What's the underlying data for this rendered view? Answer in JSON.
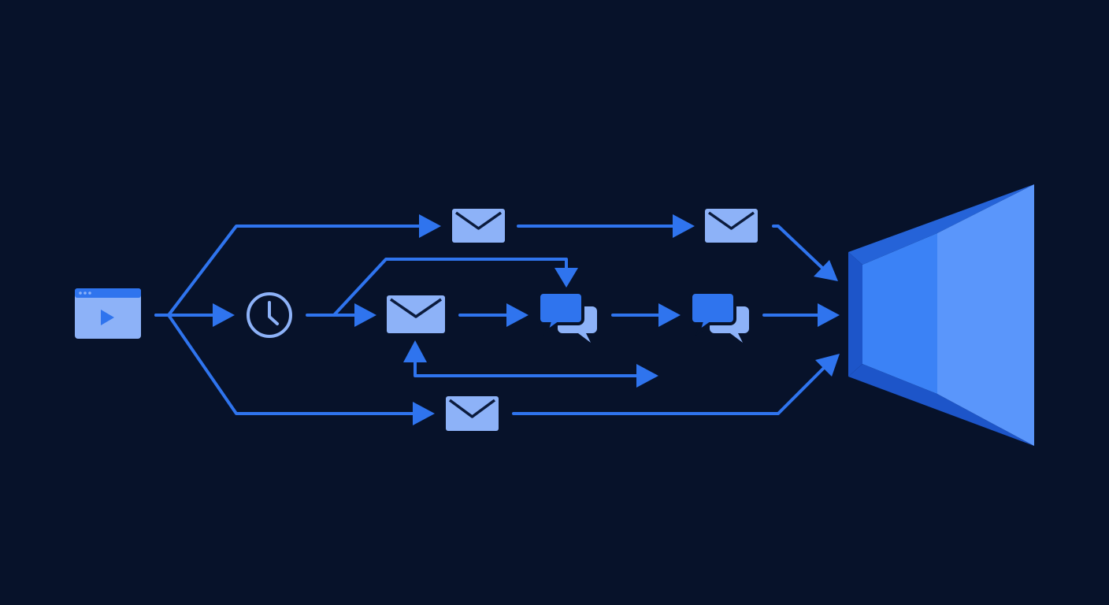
{
  "colors": {
    "background": "#07122a",
    "flow": "#2f74ee",
    "icon_fill": "#8db2f8",
    "icon_dark": "#0b1b3d",
    "funnel_top": "#2563d8",
    "funnel_front": "#3b82f6",
    "funnel_right": "#5a96fb",
    "funnel_side": "#1d55c9"
  },
  "nodes": [
    {
      "id": "trigger",
      "icon": "video-player-icon"
    },
    {
      "id": "delay",
      "icon": "clock-icon"
    },
    {
      "id": "email-top-1",
      "icon": "email-icon"
    },
    {
      "id": "email-top-2",
      "icon": "email-icon"
    },
    {
      "id": "email-mid",
      "icon": "email-icon"
    },
    {
      "id": "chat-mid-1",
      "icon": "chat-bubbles-icon"
    },
    {
      "id": "chat-mid-2",
      "icon": "chat-bubbles-icon"
    },
    {
      "id": "email-bottom",
      "icon": "email-icon"
    },
    {
      "id": "destination",
      "icon": "funnel-icon"
    }
  ]
}
